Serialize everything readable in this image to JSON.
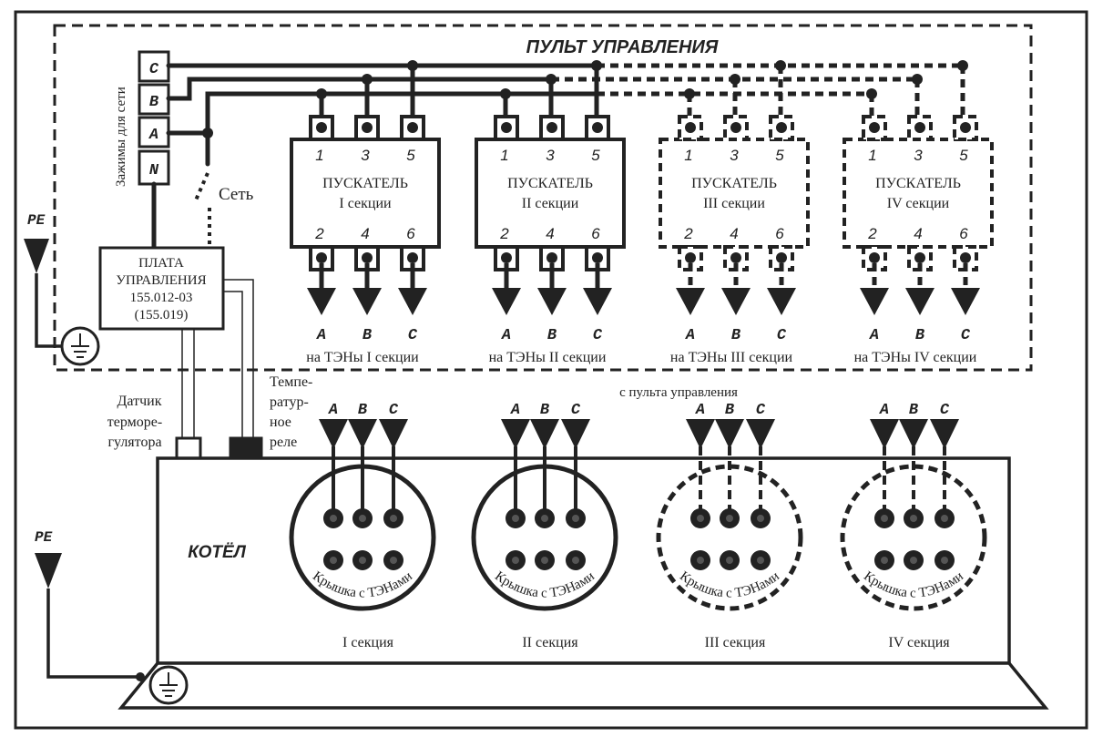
{
  "control_panel": {
    "title": "ПУЛЬТ УПРАВЛЕНИЯ",
    "terminals_label": "Зажимы для сети",
    "terminals": [
      "C",
      "B",
      "A",
      "N"
    ],
    "net_label": "Сеть",
    "pe_label": "PE"
  },
  "board": {
    "lines": [
      "ПЛАТА",
      "УПРАВЛЕНИЯ",
      "155.012-03",
      "(155.019)"
    ]
  },
  "starters": [
    {
      "title": "ПУСКАТЕЛЬ",
      "section": "I секции",
      "to_heaters": "на ТЭНы I секции"
    },
    {
      "title": "ПУСКАТЕЛЬ",
      "section": "II секции",
      "to_heaters": "на ТЭНы II секции"
    },
    {
      "title": "ПУСКАТЕЛЬ",
      "section": "III секции",
      "to_heaters": "на ТЭНы III секции"
    },
    {
      "title": "ПУСКАТЕЛЬ",
      "section": "IV секции",
      "to_heaters": "на ТЭНы IV секции"
    }
  ],
  "contacts_top": [
    "1",
    "3",
    "5"
  ],
  "contacts_bottom": [
    "2",
    "4",
    "6"
  ],
  "phases": [
    "A",
    "B",
    "C"
  ],
  "sensor_label": [
    "Датчик",
    "терморе-",
    "гулятора"
  ],
  "relay_label": [
    "Темпе-",
    "ратур-",
    "ное",
    "реле"
  ],
  "from_panel_label": "с пульта управления",
  "boiler": {
    "title": "КОТЁЛ",
    "lid_label": "Крышка с ТЭНами",
    "sections": [
      "I секция",
      "II секция",
      "III секция",
      "IV секция"
    ],
    "pe_label": "PE"
  }
}
